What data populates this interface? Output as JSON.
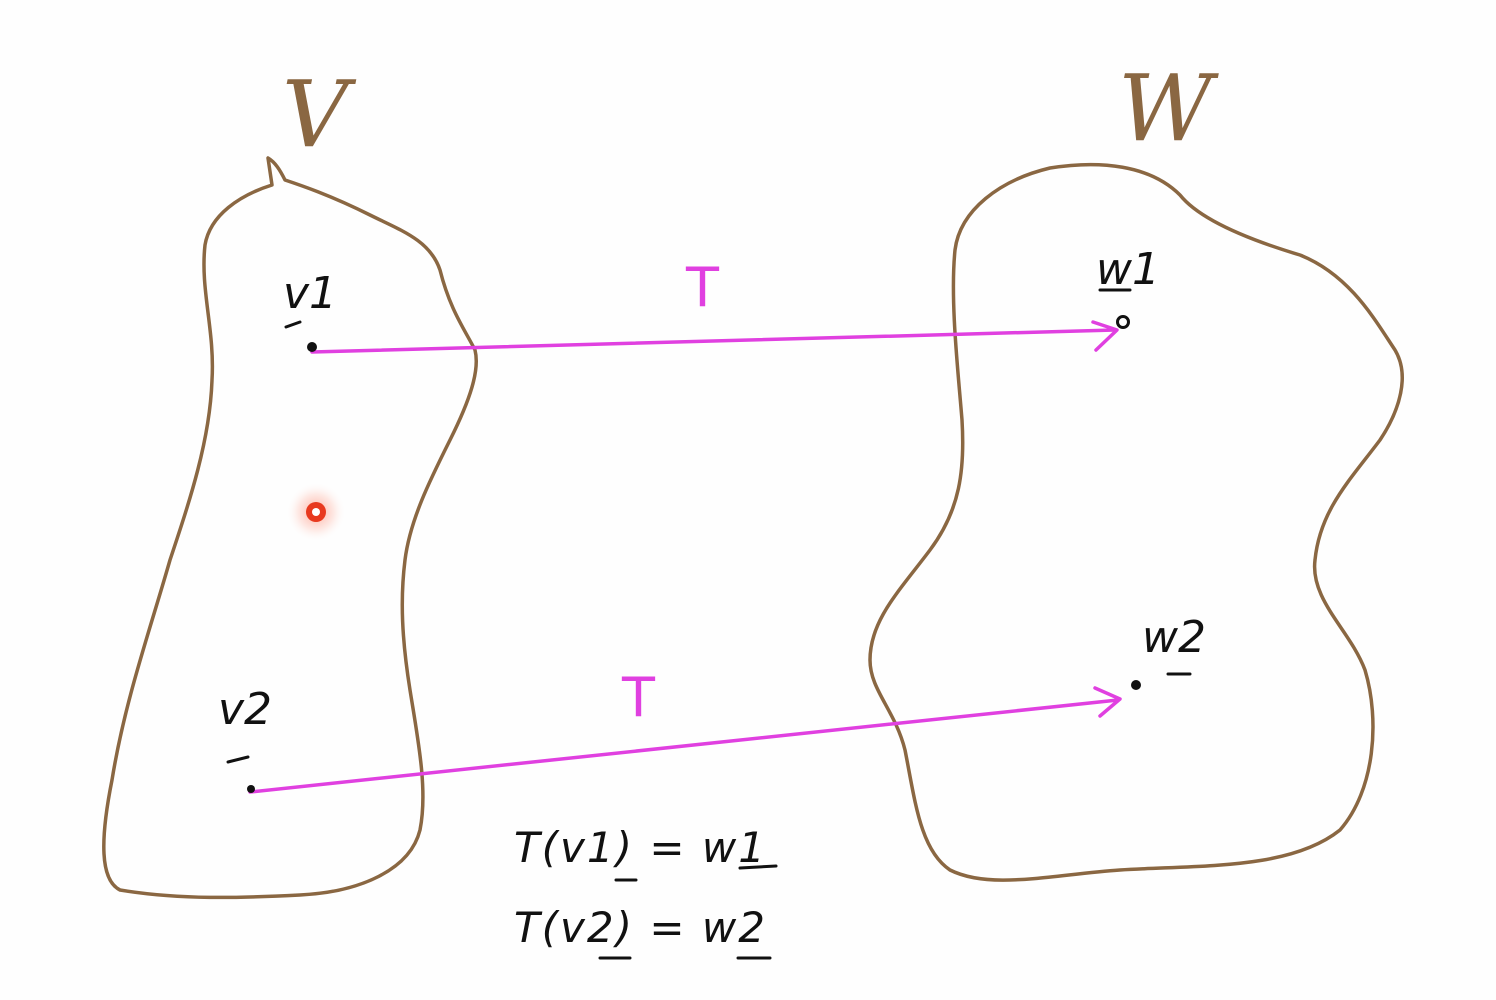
{
  "sets": {
    "domain_label": "V",
    "codomain_label": "W"
  },
  "vectors": {
    "v1": "v1",
    "v2": "v2",
    "w1": "w1",
    "w2": "w2"
  },
  "mappings": {
    "top_label": "T",
    "bottom_label": "T"
  },
  "equations": {
    "line1": "T(v1) = w1",
    "line2": "T(v2) = w2"
  },
  "colors": {
    "set_outline": "#8a6742",
    "arrow": "#e040e0",
    "ink": "#111111",
    "pointer": "#e8391e"
  }
}
